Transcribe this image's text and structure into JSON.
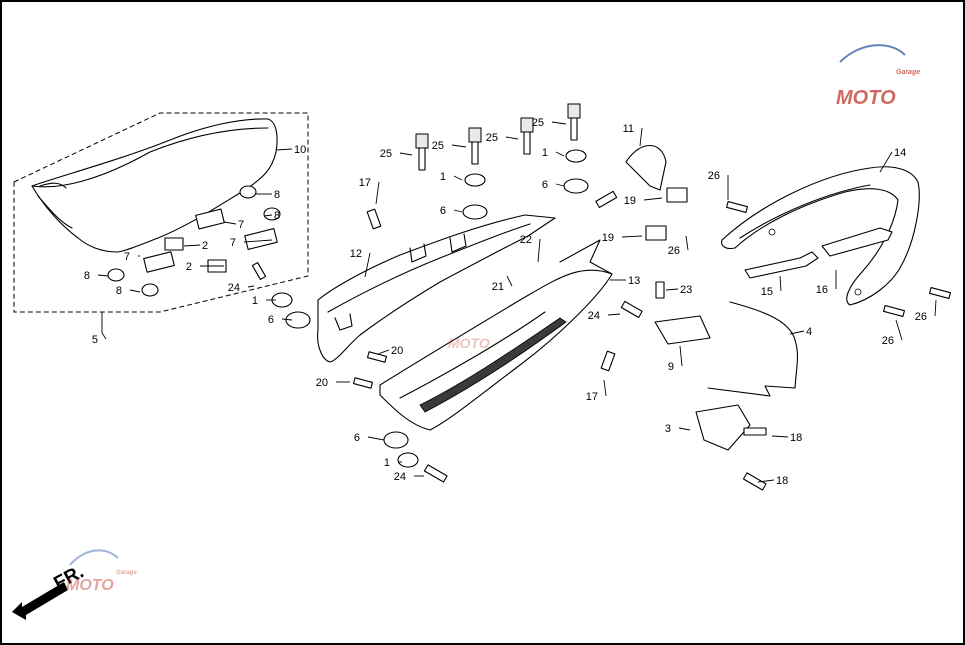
{
  "diagram": {
    "part_labels": [
      "1",
      "2",
      "3",
      "4",
      "5",
      "6",
      "7",
      "8",
      "9",
      "10",
      "11",
      "12",
      "13",
      "14",
      "15",
      "16",
      "17",
      "18",
      "19",
      "20",
      "21",
      "22",
      "23",
      "24",
      "25",
      "26"
    ],
    "direction_label": "FR.",
    "watermark": {
      "brand": "MOTO",
      "sub": "Garage"
    },
    "colors": {
      "line": "#000000",
      "watermark_red": "#c0392b",
      "watermark_blue": "#2f5aa8"
    }
  }
}
